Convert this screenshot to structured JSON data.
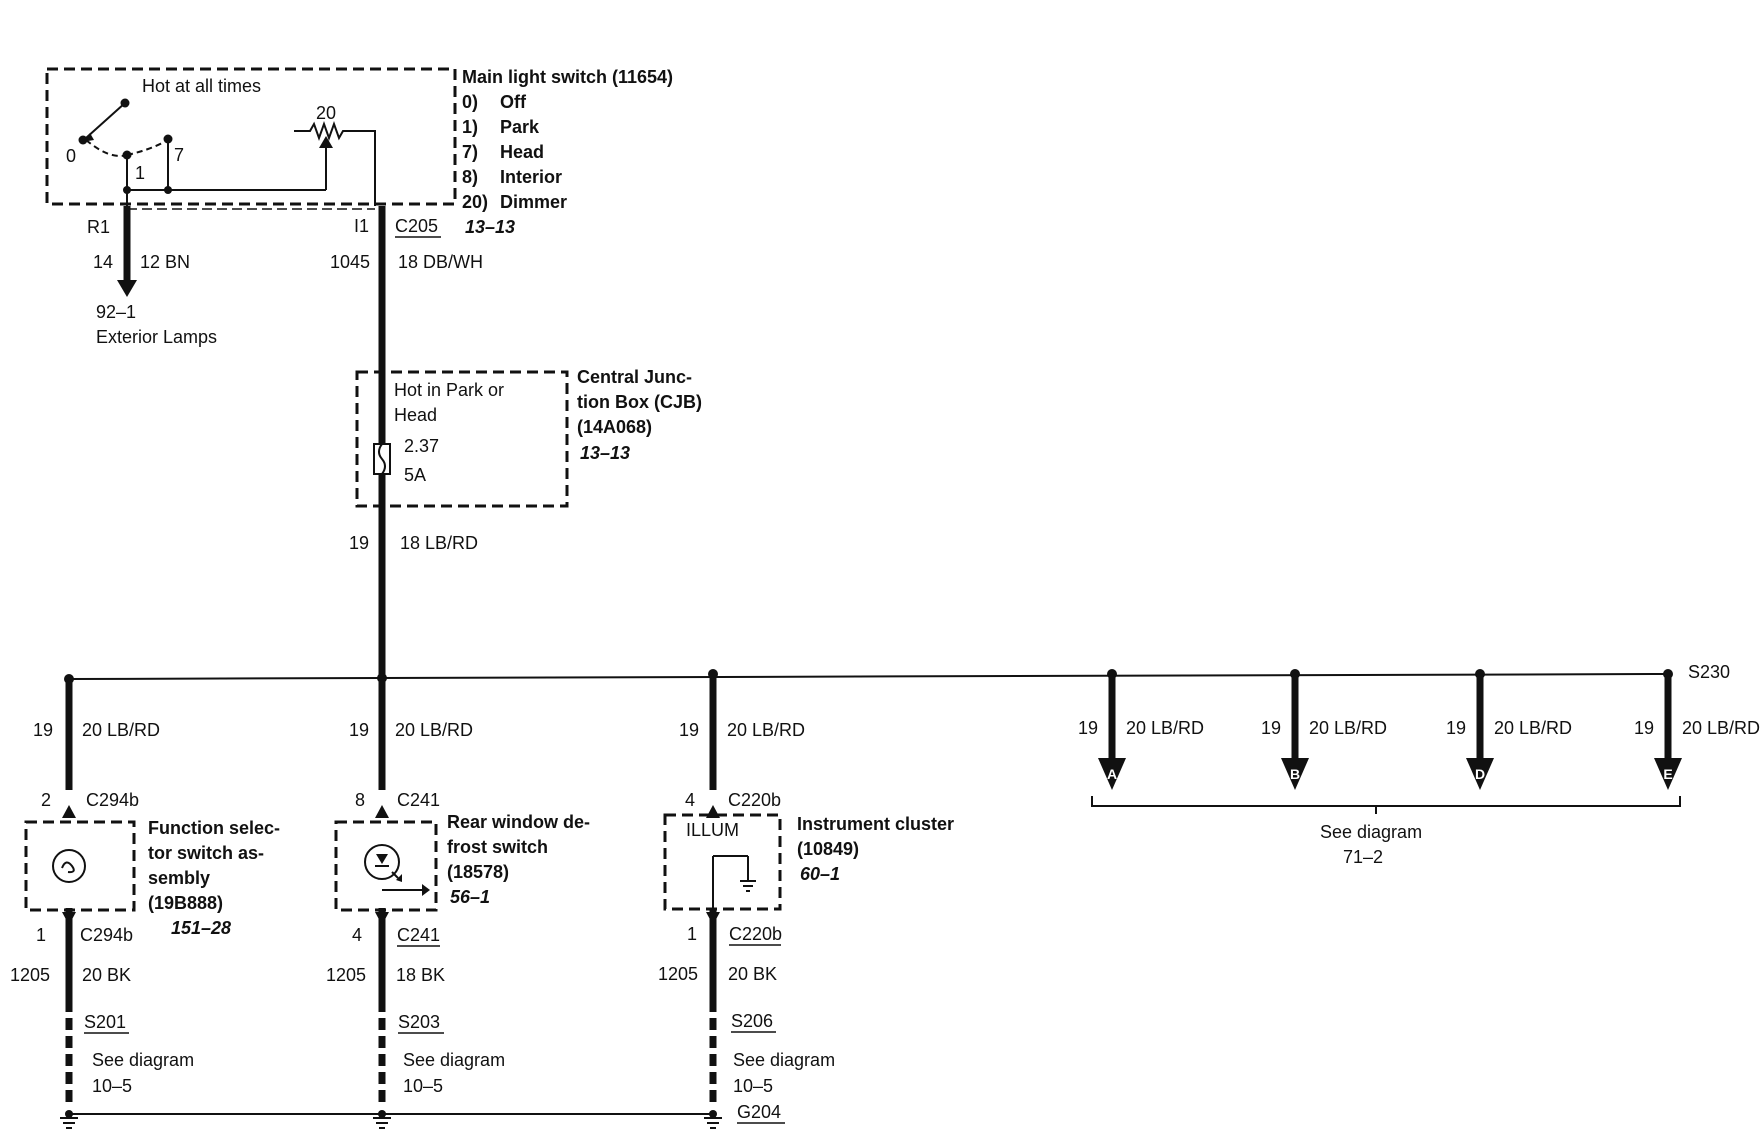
{
  "main_switch": {
    "hot_label": "Hot at all times",
    "title": "Main light switch (11654)",
    "positions": [
      {
        "num": "0)",
        "name": "Off"
      },
      {
        "num": "1)",
        "name": "Park"
      },
      {
        "num": "7)",
        "name": "Head"
      },
      {
        "num": "8)",
        "name": "Interior"
      },
      {
        "num": "20)",
        "name": "Dimmer"
      }
    ],
    "ref": "13–13",
    "pos_0": "0",
    "pos_1": "1",
    "pos_7": "7",
    "pos_20": "20"
  },
  "left_output": {
    "pin": "R1",
    "circuit": "14",
    "wire": "12 BN",
    "dest_ref": "92–1",
    "dest_name": "Exterior Lamps"
  },
  "dimmer_output": {
    "pin": "I1",
    "connector": "C205",
    "circuit": "1045",
    "wire": "18 DB/WH"
  },
  "cjb": {
    "hot_line1": "Hot in Park or",
    "hot_line2": "Head",
    "fuse": "2.37",
    "rating": "5A",
    "title_lines": [
      "Central Junc-",
      "tion Box (CJB)",
      "(14A068)"
    ],
    "ref": "13–13"
  },
  "cjb_output": {
    "circuit": "19",
    "wire": "18 LB/RD"
  },
  "splice": {
    "id": "S230"
  },
  "branches": [
    {
      "circuit_in": "19",
      "wire_in": "20 LB/RD",
      "pin_in": "2",
      "conn_in": "C294b",
      "title_lines": [
        "Function selec-",
        "tor switch as-",
        "sembly",
        "(19B888)"
      ],
      "ref": "151–28",
      "pin_out": "1",
      "conn_out": "C294b",
      "circuit_out": "1205",
      "wire_out": "20 BK",
      "splice": "S201",
      "see": "See diagram",
      "see_ref": "10–5"
    },
    {
      "circuit_in": "19",
      "wire_in": "20 LB/RD",
      "pin_in": "8",
      "conn_in": "C241",
      "title_lines": [
        "Rear window de-",
        "frost switch",
        "(18578)"
      ],
      "ref": "56–1",
      "pin_out": "4",
      "conn_out": "C241",
      "circuit_out": "1205",
      "wire_out": "18 BK",
      "splice": "S203",
      "see": "See diagram",
      "see_ref": "10–5"
    },
    {
      "circuit_in": "19",
      "wire_in": "20 LB/RD",
      "pin_in": "4",
      "conn_in": "C220b",
      "inner_label": "ILLUM",
      "title_lines": [
        "Instrument cluster",
        "(10849)"
      ],
      "ref": "60–1",
      "pin_out": "1",
      "conn_out": "C220b",
      "circuit_out": "1205",
      "wire_out": "20 BK",
      "splice": "S206",
      "see": "See diagram",
      "see_ref": "10–5"
    }
  ],
  "arrows": [
    {
      "circuit": "19",
      "wire": "20 LB/RD",
      "letter": "A"
    },
    {
      "circuit": "19",
      "wire": "20 LB/RD",
      "letter": "B"
    },
    {
      "circuit": "19",
      "wire": "20 LB/RD",
      "letter": "D"
    },
    {
      "circuit": "19",
      "wire": "20 LB/RD",
      "letter": "E"
    }
  ],
  "arrows_see": {
    "text": "See diagram",
    "ref": "71–2"
  },
  "ground": {
    "id": "G204"
  }
}
